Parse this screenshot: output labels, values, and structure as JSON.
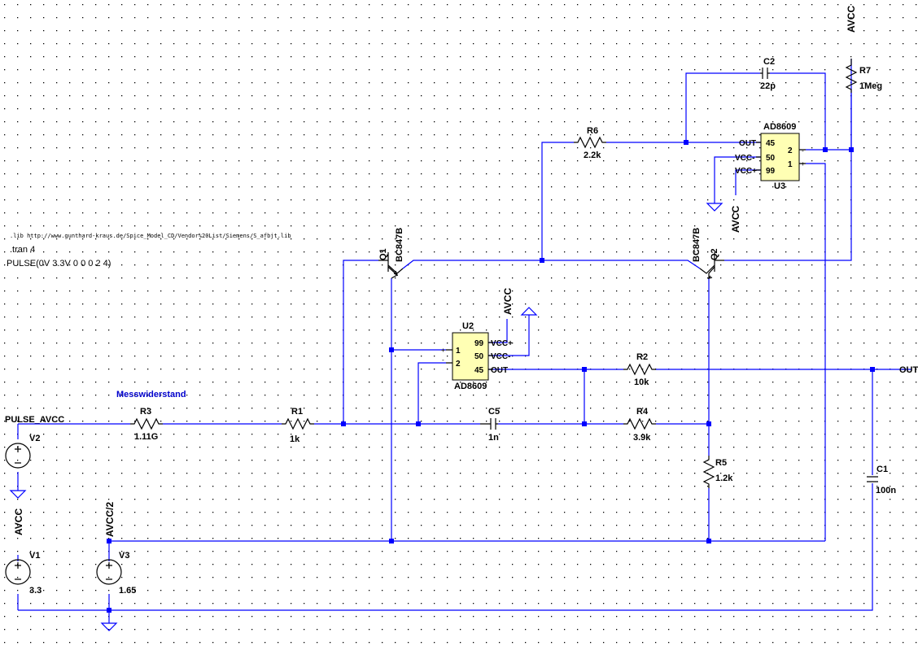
{
  "colors": {
    "wire": "#0000ff",
    "component": "#000000",
    "opamp_fill": "#ffffb4",
    "comment": "#0000cc",
    "grid": "#000000"
  },
  "directives": {
    "lib": ".lib http://www.gunthard-kraus.de/Spice_Model_CD/Vendor%20List/Siemens/S_afbjt.lib",
    "tran": ".tran 4",
    "pulse": "PULSE(0V 3.3V 0 0 0 2 4)"
  },
  "comment": "Messwiderstand",
  "resistors": [
    {
      "ref": "R1",
      "value": "1k"
    },
    {
      "ref": "R2",
      "value": "10k"
    },
    {
      "ref": "R3",
      "value": "1.11G"
    },
    {
      "ref": "R4",
      "value": "3.9k"
    },
    {
      "ref": "R5",
      "value": "1.2k"
    },
    {
      "ref": "R6",
      "value": "2.2k"
    },
    {
      "ref": "R7",
      "value": "1Meg"
    }
  ],
  "capacitors": [
    {
      "ref": "C1",
      "value": "100n"
    },
    {
      "ref": "C2",
      "value": "22p"
    },
    {
      "ref": "C5",
      "value": "1n"
    }
  ],
  "sources": [
    {
      "ref": "V1",
      "value": "3.3"
    },
    {
      "ref": "V2",
      "value": ""
    },
    {
      "ref": "V3",
      "value": "1.65"
    }
  ],
  "transistors": [
    {
      "ref": "Q1",
      "model": "BC847B"
    },
    {
      "ref": "Q2",
      "model": "BC847B"
    }
  ],
  "opamps": [
    {
      "ref": "U2",
      "model": "AD8609",
      "pins": [
        "1",
        "2",
        "99",
        "50",
        "45"
      ],
      "ports": [
        "VCC+",
        "VCC-",
        "OUT"
      ]
    },
    {
      "ref": "U3",
      "model": "AD8609",
      "pins": [
        "45",
        "50",
        "99",
        "2",
        "1"
      ],
      "ports": [
        "OUT",
        "VCC-",
        "VCC+"
      ]
    }
  ],
  "nets": {
    "avcc": "AVCC",
    "avcc_half": "AVCC/2",
    "pulse_avcc": "PULSE_AVCC",
    "out": "OUT"
  },
  "pin_marks": {
    "plus": "+",
    "minus": "-"
  }
}
